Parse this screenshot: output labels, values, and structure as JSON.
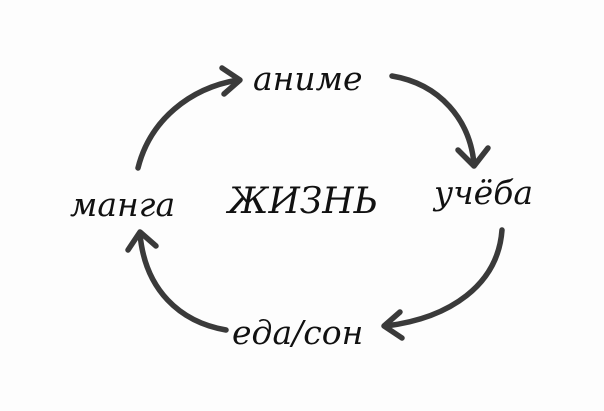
{
  "diagram": {
    "center": "ЖИЗНЬ",
    "nodes": [
      "аниме",
      "учёба",
      "еда/сон",
      "манга"
    ],
    "cycle_direction": "clockwise",
    "stroke_color": "#3a3a3a"
  }
}
